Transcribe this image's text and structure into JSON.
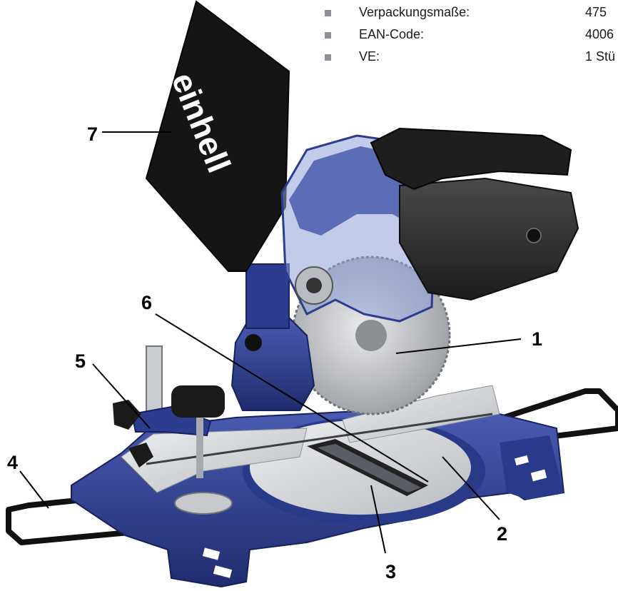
{
  "specs": [
    {
      "label": "Verpackungsmaße:",
      "value": "475"
    },
    {
      "label": "EAN-Code:",
      "value": "4006"
    },
    {
      "label": "VE:",
      "value": "1 Stü"
    }
  ],
  "brand_logo": "einhell",
  "callouts": [
    "1",
    "2",
    "3",
    "4",
    "5",
    "6",
    "7"
  ],
  "colors": {
    "housing_blue": "#2c3d8f",
    "bag_black": "#141414",
    "table_silver": "#d3d5d8",
    "spec_bullet": "#8a8f99"
  }
}
